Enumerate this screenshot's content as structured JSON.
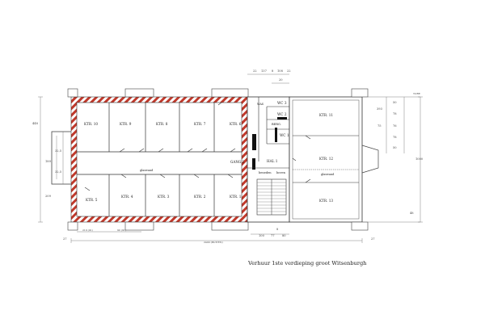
{
  "caption": "Verhuur 1ste verdieping groot Witsenburgh",
  "rooms": {
    "ktr10": "KTR. 10",
    "ktr9": "KTR. 9",
    "ktr8": "KTR. 8",
    "ktr7": "KTR. 7",
    "ktr6": "KTR. 6",
    "ktr5": "KTR. 5",
    "ktr4": "KTR. 4",
    "ktr3": "KTR. 3",
    "ktr2": "KTR. 2",
    "ktr1": "KTR. 1",
    "ktr11": "KTR. 11",
    "ktr12": "KTR. 12",
    "ktr13": "KTR. 13",
    "gang2": "GANG 2",
    "hal1": "HAL 1",
    "wc1": "WC 1",
    "wc2": "WC 2",
    "wc3": "WC 3",
    "berg": "BERG.",
    "wasb": "WAS",
    "glaswand1": "glaswand",
    "glaswand2": "glaswand",
    "beneden": "beneden",
    "boven": "boven"
  },
  "dimensions": {
    "left_top": "448",
    "left_a": "32,5",
    "left_mid": "189",
    "left_b": "32,5",
    "left_bottom": "209",
    "top_1": "22",
    "top_2": "137",
    "top_3": "8",
    "top_4": "108",
    "top_5": "22",
    "top_6": "20",
    "bottom_1": "27",
    "bottom_total": "2400 (BUITEN)",
    "bottom_a": "210 (91)",
    "bottom_b": "90 (91)",
    "bottom_8": "8",
    "bottom_c": "100",
    "bottom_d": "77",
    "bottom_e": "80",
    "bottom_right": "27",
    "right_top": "TORE",
    "right_a": "393",
    "right_b": "75",
    "right_1": "50",
    "right_2": "78",
    "right_3": "76",
    "right_4": "78",
    "right_5": "50",
    "right_total": "1000",
    "right_bottom": "48"
  }
}
